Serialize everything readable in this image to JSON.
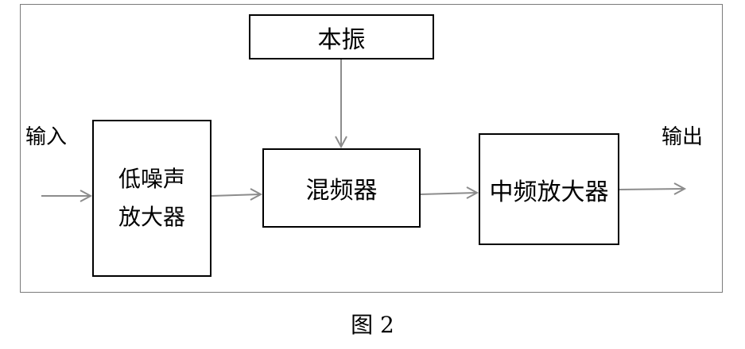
{
  "blocks": {
    "lna_line1": "低噪声",
    "lna_line2": "放大器",
    "local_oscillator": "本振",
    "mixer": "混频器",
    "if_amplifier": "中频放大器"
  },
  "labels": {
    "input": "输入",
    "output": "输出"
  },
  "caption": "图 2",
  "colors": {
    "arrow": "#8c8c8c",
    "box_border": "#000000",
    "frame_border": "#7a7a7a"
  }
}
